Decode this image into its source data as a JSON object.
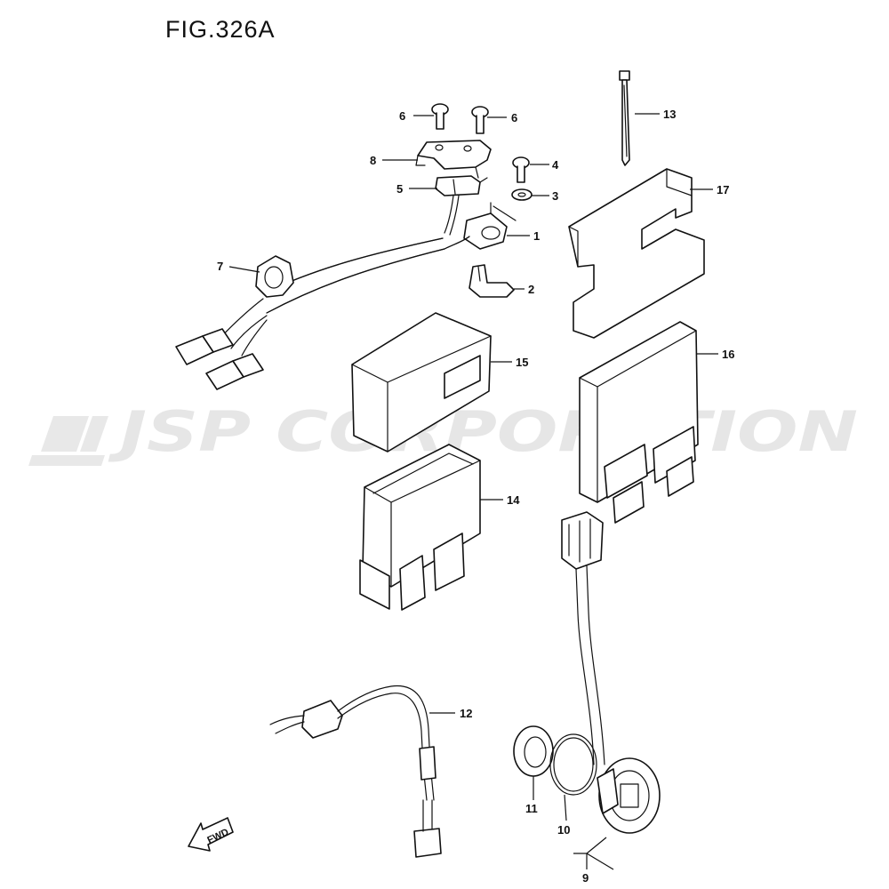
{
  "figure_title": "FIG.326A",
  "watermark": "JSP CORPORATION",
  "fwd_label": "FWD",
  "callouts": {
    "c1": "1",
    "c2": "2",
    "c3": "3",
    "c4": "4",
    "c5": "5",
    "c6a": "6",
    "c6b": "6",
    "c7": "7",
    "c8": "8",
    "c9": "9",
    "c10": "10",
    "c11": "11",
    "c12": "12",
    "c13": "13",
    "c14": "14",
    "c15": "15",
    "c16": "16",
    "c17": "17"
  },
  "colors": {
    "line": "#111111",
    "watermark": "#e6e6e6"
  }
}
